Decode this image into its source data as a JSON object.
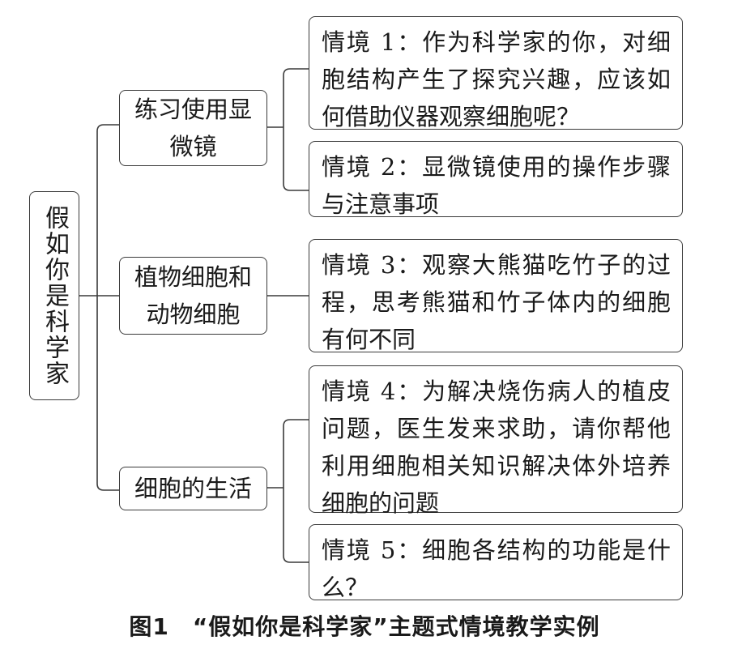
{
  "root": {
    "label": "假如你是科学家"
  },
  "branches": [
    {
      "label": "练习使用显微镜",
      "situations": [
        {
          "text": "情境 1：作为科学家的你，对细胞结构产生了探究兴趣，应该如何借助仪器观察细胞呢？"
        },
        {
          "text": "情境 2：显微镜使用的操作步骤与注意事项"
        }
      ]
    },
    {
      "label": "植物细胞和动物细胞",
      "situations": [
        {
          "text": "情境 3：观察大熊猫吃竹子的过程，思考熊猫和竹子体内的细胞有何不同"
        }
      ]
    },
    {
      "label": "细胞的生活",
      "situations": [
        {
          "text": "情境 4：为解决烧伤病人的植皮问题，医生发来求助，请你帮他利用细胞相关知识解决体外培养细胞的问题"
        },
        {
          "text": "情境 5：细胞各结构的功能是什么？"
        }
      ]
    }
  ],
  "caption": "图1　“假如你是科学家”主题式情境教学实例",
  "colors": {
    "line": "#3a3a3a",
    "text": "#1a1a1a",
    "background": "#ffffff"
  }
}
